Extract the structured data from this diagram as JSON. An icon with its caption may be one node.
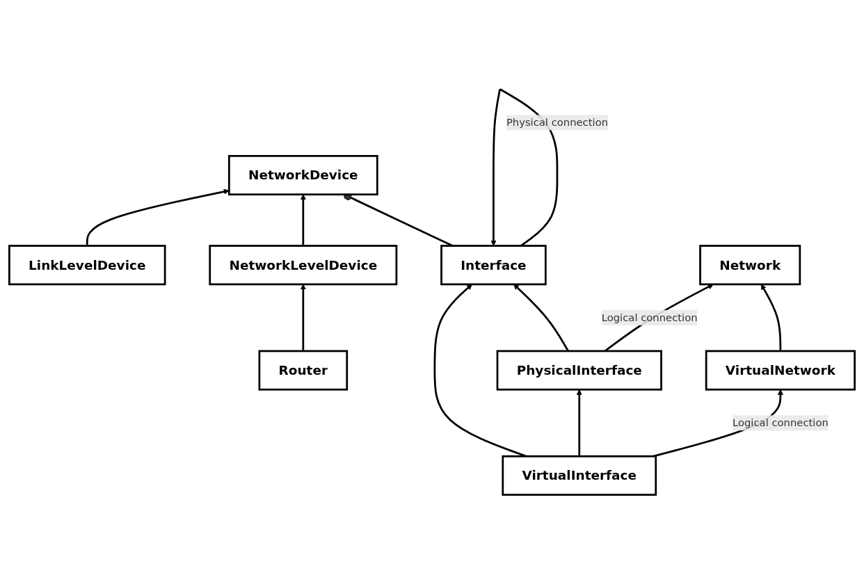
{
  "diagram": {
    "nodes": [
      {
        "text": [
          "NetworkDevice"
        ]
      },
      {
        "text": [
          "Network"
        ]
      },
      {
        "text": [
          "NetworkLevelDevice"
        ]
      },
      {
        "text": [
          "LinkLevelDevice"
        ]
      },
      {
        "text": [
          "VirtualNetwork"
        ]
      },
      {
        "text": [
          "Router"
        ]
      },
      {
        "text": [
          "Interface"
        ]
      },
      {
        "text": [
          "PhysicalInterface"
        ]
      },
      {
        "text": [
          "VirtualInterface"
        ]
      }
    ],
    "edges": [
      {
        "from": 6,
        "to": 0,
        "arrow": "other"
      },
      {
        "from": 2,
        "to": 0,
        "arrow": "to"
      },
      {
        "from": 3,
        "to": 0,
        "arrow": "to"
      },
      {
        "from": 4,
        "to": 1,
        "arrow": "to"
      },
      {
        "from": 7,
        "to": 1,
        "arrow": "to",
        "label": "Logical connection"
      },
      {
        "from": 5,
        "to": 2,
        "arrow": "to"
      },
      {
        "from": 6,
        "to": 6,
        "arrow": "to",
        "label": "Physical connection"
      },
      {
        "from": 8,
        "to": 4,
        "arrow": "to",
        "label": "Logical connection"
      },
      {
        "from": 7,
        "to": 6,
        "arrow": "to"
      },
      {
        "from": 8,
        "to": 6,
        "arrow": "to"
      },
      {
        "from": 8,
        "to": 7,
        "arrow": "to"
      }
    ]
  }
}
